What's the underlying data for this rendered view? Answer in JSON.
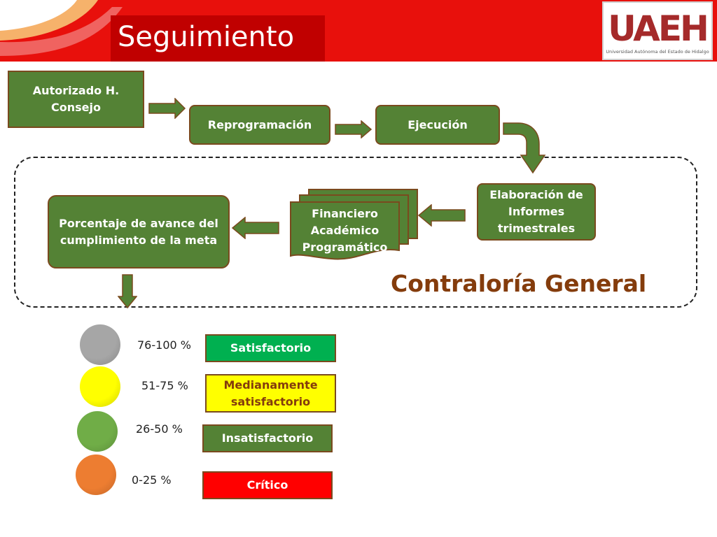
{
  "slide": {
    "title": "Seguimiento",
    "logo": {
      "text": "UAEH",
      "subtitle": "Universidad Autónoma del Estado de Hidalgo"
    }
  },
  "flow": {
    "autorizado": "Autorizado H. Consejo",
    "reprogramacion": "Reprogramación",
    "ejecucion": "Ejecución",
    "elaboracion": "Elaboración de Informes trimestrales",
    "documentos": [
      "Financiero",
      "Académico",
      "Programático"
    ],
    "porcentaje": "Porcentaje de avance del cumplimiento de la meta"
  },
  "contraloria": "Contraloría General",
  "legend": [
    {
      "range": "76-100 %",
      "label": "Satisfactorio",
      "circle_color": "#a6a6a6",
      "box_color": "#00b050",
      "text_color": "#ffffff"
    },
    {
      "range": "51-75 %",
      "label": "Medianamente satisfactorio",
      "circle_color": "#ffff00",
      "box_color": "#ffff00",
      "text_color": "#843c0c"
    },
    {
      "range": "26-50 %",
      "label": "Insatisfactorio",
      "circle_color": "#70ad47",
      "box_color": "#548235",
      "text_color": "#ffffff"
    },
    {
      "range": "0-25 %",
      "label": "Crítico",
      "circle_color": "#ed7d31",
      "box_color": "#ff0000",
      "text_color": "#ffffff"
    }
  ],
  "colors": {
    "header": "#e8100c",
    "title_box": "#c00000",
    "box_fill": "#548235",
    "contraloria_text": "#843c0c"
  }
}
